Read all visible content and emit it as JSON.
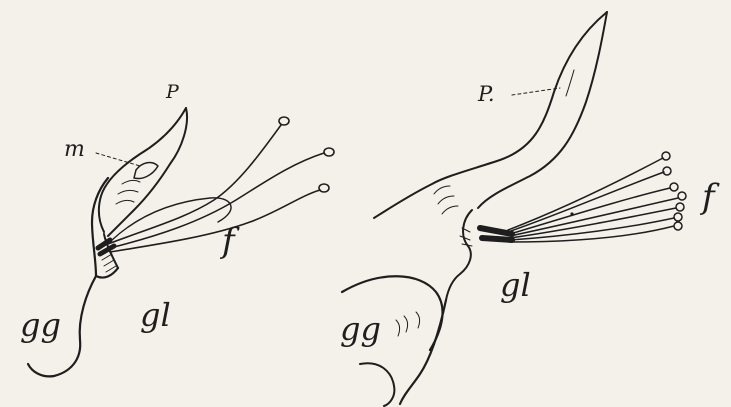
{
  "colors": {
    "paper": "#f3f1e9",
    "ink": "#1e1e1e"
  },
  "left_figure": {
    "labels": {
      "p": "P",
      "m": "m",
      "f": "f",
      "gg": "gg",
      "gl": "gl"
    }
  },
  "right_figure": {
    "labels": {
      "p": "P.",
      "f": "f",
      "gg": "gg",
      "gl": "gl"
    }
  }
}
